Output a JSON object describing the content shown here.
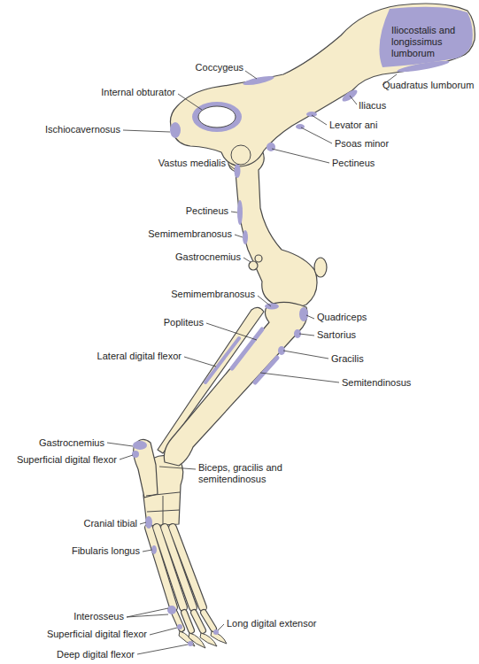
{
  "diagram": {
    "labels": [
      "Iliocostalis and longissimus lumborum",
      "Quadratus lumborum",
      "Coccygeus",
      "Iliacus",
      "Internal obturator",
      "Levator ani",
      "Psoas minor",
      "Ischiocavernosus",
      "Pectineus",
      "Vastus medialis",
      "Pectineus",
      "Semimembranosus",
      "Gastrocnemius",
      "Semimembranosus",
      "Quadriceps",
      "Popliteus",
      "Sartorius",
      "Lateral digital flexor",
      "Gracilis",
      "Semitendinosus",
      "Gastrocnemius",
      "Superficial digital flexor",
      "Biceps, gracilis and semitendinosus",
      "Cranial tibial",
      "Fibularis longus",
      "Interosseus",
      "Long digital extensor",
      "Superficial digital flexor",
      "Deep digital flexor"
    ]
  }
}
